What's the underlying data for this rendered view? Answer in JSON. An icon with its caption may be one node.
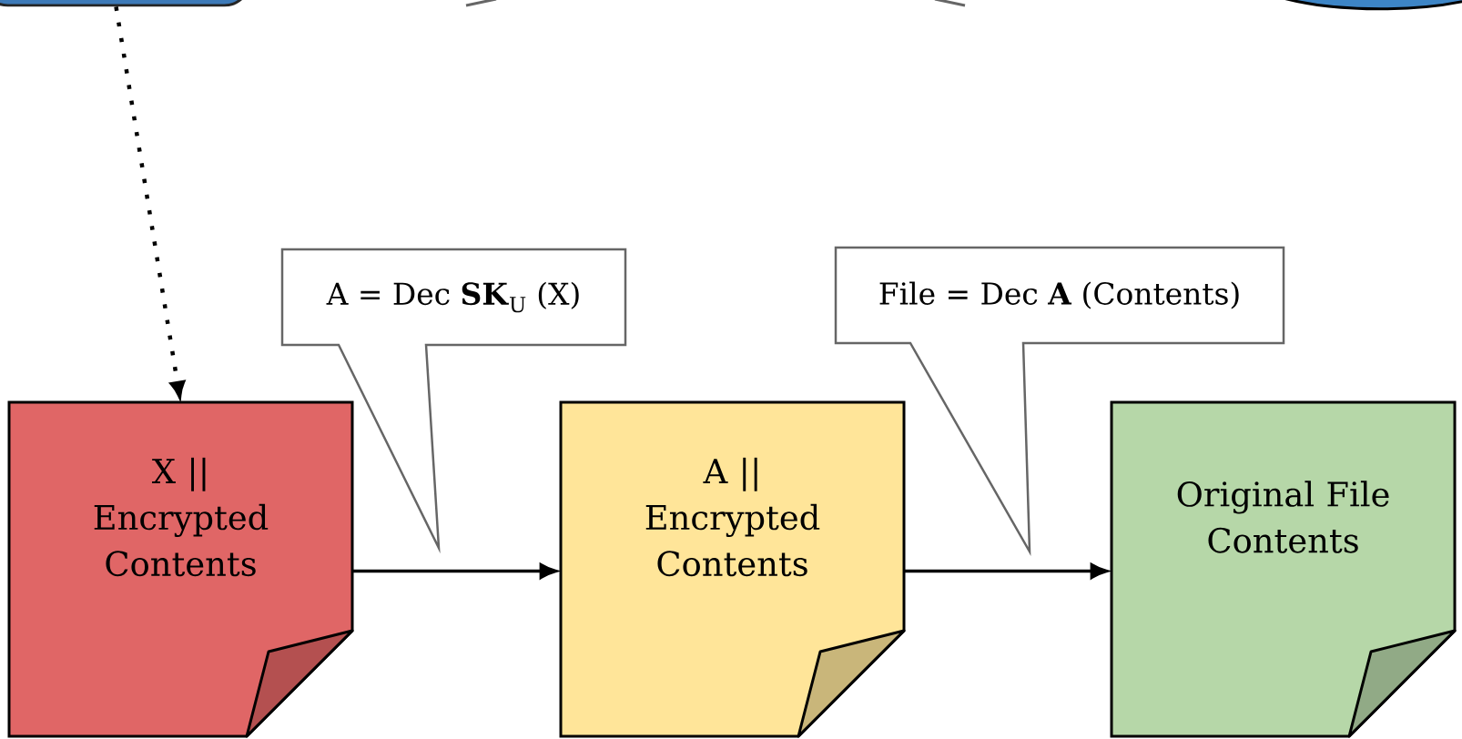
{
  "diagram": {
    "nodes": [
      {
        "text": [],
        "shape": "box"
      },
      {
        "text": [],
        "shape": "ellipse"
      },
      {
        "text": [
          "A = Dec **SK**$_{U}$ (X)"
        ]
      },
      {
        "text": [
          "File = Dec **A** (Contents)"
        ]
      },
      {
        "text": [
          "X || Encrypted Contents"
        ]
      },
      {
        "text": [
          "A || Encrypted Contents"
        ]
      },
      {
        "text": [
          "Original File Contents"
        ]
      }
    ],
    "edges": [
      {
        "from": 0,
        "to": 4,
        "arrow": "to",
        "style": "dashed"
      },
      {
        "from": 4,
        "to": 5,
        "arrow": "to"
      },
      {
        "from": 5,
        "to": 6,
        "arrow": "to"
      }
    ]
  }
}
